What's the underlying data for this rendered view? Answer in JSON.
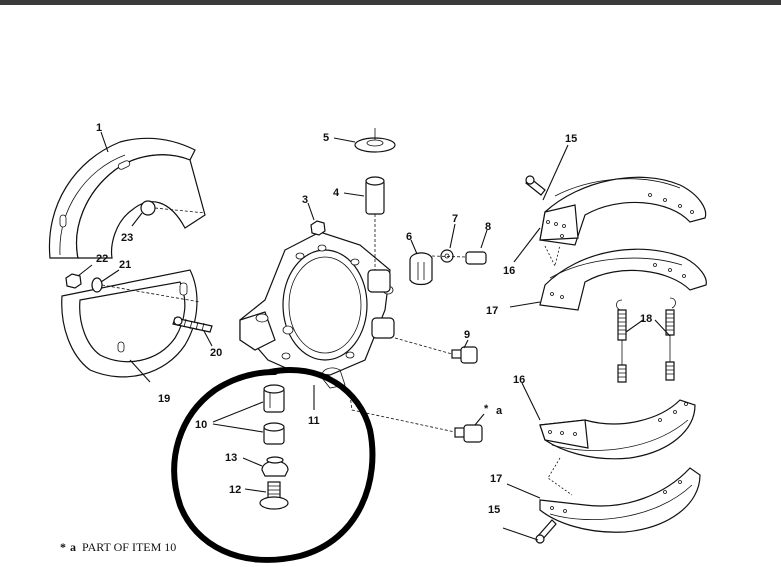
{
  "callouts": {
    "c1": "1",
    "c3": "3",
    "c4": "4",
    "c5": "5",
    "c6": "6",
    "c7": "7",
    "c8": "8",
    "c9": "9",
    "c10": "10",
    "c11": "11",
    "c12": "12",
    "c13": "13",
    "c15a": "15",
    "c15b": "15",
    "c16a": "16",
    "c16b": "16",
    "c17a": "17",
    "c17b": "17",
    "c18": "18",
    "c19": "19",
    "c20": "20",
    "c21": "21",
    "c22": "22",
    "c23": "23",
    "ca_star": "*",
    "ca_letter": "a"
  },
  "footnote": {
    "star": "*",
    "key": "a",
    "text": "PART OF ITEM 10"
  },
  "colors": {
    "line": "#111111",
    "background": "#ffffff",
    "top_bar": "#3a3a3a"
  }
}
